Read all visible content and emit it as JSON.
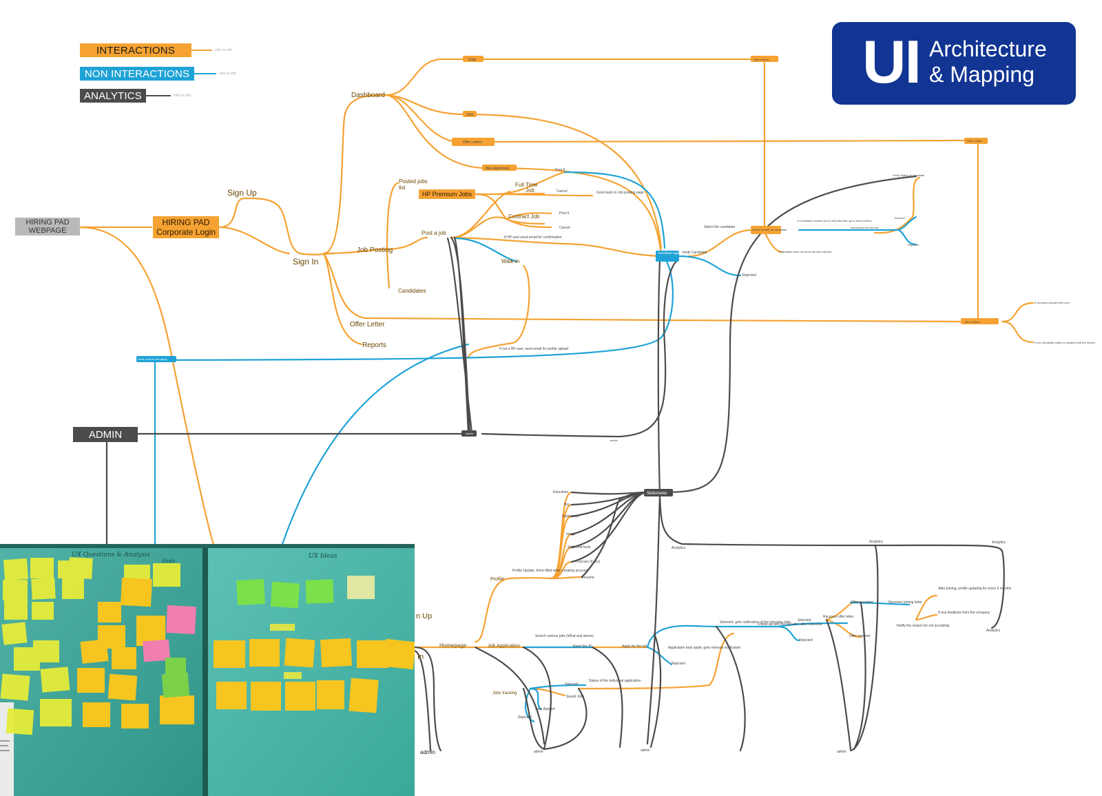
{
  "legend": {
    "interactions": "INTERACTIONS",
    "non_interactions": "NON INTERACTIONS",
    "analytics": "ANALYTICS",
    "hint": "click to edit"
  },
  "title": {
    "big": "UI",
    "line1": "Architecture",
    "line2": "& Mapping"
  },
  "nodes": {
    "webpage_l1": "HIRING PAD",
    "webpage_l2": "WEBPAGE",
    "login_l1": "HIRING PAD",
    "login_l2": "Corporate Login",
    "sign_up": "Sign Up",
    "sign_in": "Sign In",
    "dashboard": "Dashboard",
    "job_posting": "Job Posting",
    "offer_letter": "Offer Letter",
    "reports": "Reports",
    "posted_jobs_l1": "Posted jobs",
    "posted_jobs_l2": "list",
    "candidates": "Candidates",
    "hp_premium": "HP Premium Jobs",
    "full_time_l1": "Full Time",
    "full_time_l2": "Job",
    "contract_job": "Contract Job",
    "post_a_job": "Post a job",
    "walk_in": "Walk-in",
    "admin": "ADMIN",
    "admin_small": "Admin",
    "candidate_applied": "Candidate Applied",
    "skillometer": "Skillometer",
    "homepage": "Homepage",
    "job_application": "Job Application",
    "profile": "Profile",
    "jobs_tracking": "Jobs tracking",
    "un_up": "n Up",
    "in": "In",
    "admin_bottom": "admin"
  },
  "small_labels": {
    "stats": "Stats",
    "jobs": "Jobs",
    "offer_letters": "Offer Letters",
    "new_applicants": "New Applicants",
    "post_it": "Post It",
    "cancel": "Cancel",
    "goes_back": "Goes back to Job posting page",
    "hp_user_email": "If HP user send email for confirmation",
    "not_hp_user": "If not a HP user, send email for profile upload",
    "send_link": "Send a link to him apply",
    "verify_candidate": "Verify Candidate",
    "select_candidate": "Select the candidate",
    "follow_up": "Follow up with the candidate",
    "rejected": "Rejected",
    "selected": "Selected",
    "interviewed": "Interviewed for the role",
    "showed_up": "If Candidate showed up for interview then go to next process",
    "not_show_up": "If candidate does not show up then rejected",
    "verify_status": "Verify Status of Candidate",
    "accepted": "If accepted joining letter sent",
    "not_accepted": "If not, candidate status is updated with the reason",
    "education": "Education",
    "bio": "Bio",
    "experience": "Experience",
    "image": "Image",
    "skills": "Skills and tools",
    "courses": "Courses (if any)",
    "resume": "Resume",
    "profile_update": "Profile Update, three filled when creating account",
    "analytics": "Analytics",
    "search_jobs": "Search various jobs (What and where)",
    "read_jd": "Read the JD",
    "apply_job": "Apply for the job",
    "app_kept": "Application kept aside, gets relevant notification",
    "selected_gets": "Selected, gets notification of the interview date",
    "follow_recruiter": "Follow up with the recruiter, after interview",
    "receives_offer": "Receives offer letter",
    "offer_accepted": "Offer accepted",
    "receives_joining": "Receives joining letter",
    "offer_rejected": "Offer rejected",
    "notify_reason": "Notify the reason for not accepting",
    "after_joining": "After joining, profile updating for every 6 months",
    "feedback": "If any feedback from the company",
    "saved_jobs": "Saved Jobs",
    "jobs_applied": "Jobs Applied",
    "status_individual": "Status of the individual application",
    "admin_small": "admin"
  },
  "photo": {
    "ux_questions": "UX Questions & Analysis",
    "ux_ideas": "UX Ideas",
    "post": "Posts"
  }
}
